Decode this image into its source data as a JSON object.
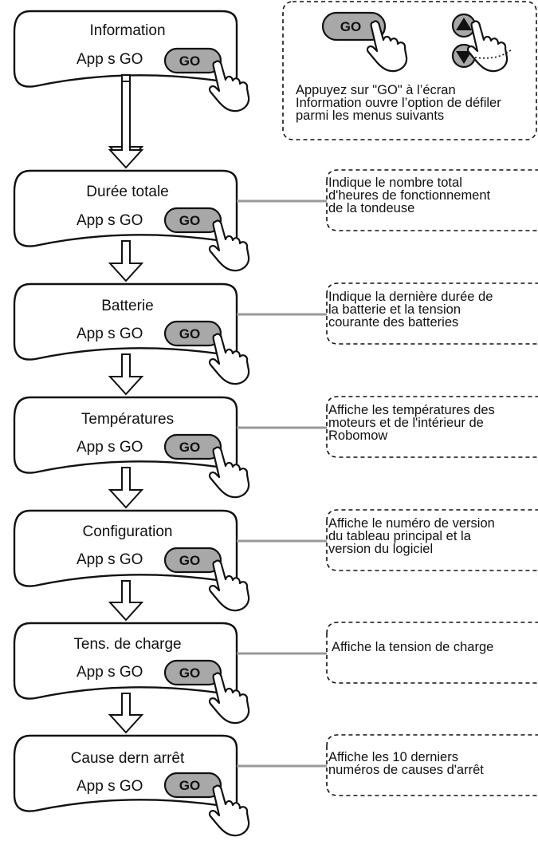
{
  "hint": {
    "go_label": "GO",
    "text": "Appuyez sur \"GO\" à l’écran\nInformation ouvre l’option de défiler\nparmi les menus suivants",
    "icons": [
      "hand-pointer-icon",
      "up-arrow-icon",
      "down-arrow-icon"
    ]
  },
  "screens": [
    {
      "title": "Information",
      "prompt": "App s GO",
      "go": "GO",
      "description": ""
    },
    {
      "title": "Durée totale",
      "prompt": "App s GO",
      "go": "GO",
      "description": "Indique le nombre total\nd'heures de fonctionnement\nde la tondeuse"
    },
    {
      "title": "Batterie",
      "prompt": "App s GO",
      "go": "GO",
      "description": "Indique la dernière durée de\nla batterie et la tension\ncourante des batteries"
    },
    {
      "title": "Températures",
      "prompt": "App s GO",
      "go": "GO",
      "description": "Affiche les températures des\nmoteurs et de l'intérieur de\nRobomow"
    },
    {
      "title": "Configuration",
      "prompt": "App s GO",
      "go": "GO",
      "description": "Affiche le numéro de version\ndu tableau principal et la\nversion du logiciel"
    },
    {
      "title": "Tens. de charge",
      "prompt": "App s GO",
      "go": "GO",
      "description": "Affiche la tension de charge"
    },
    {
      "title": "Cause dern arrêt",
      "prompt": "App s GO",
      "go": "GO",
      "description": "Affiche les 10 derniers\nnuméros de causes d'arrêt"
    }
  ],
  "colors": {
    "button_fill": "#a8a8a8",
    "connector": "#999999",
    "stroke": "#111111"
  }
}
